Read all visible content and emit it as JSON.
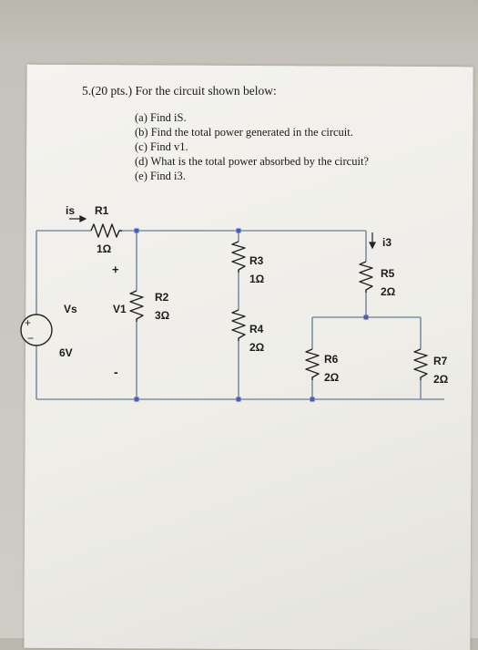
{
  "problem": {
    "title": "5.(20 pts.) For the circuit shown below:",
    "items": [
      "(a) Find iS.",
      "(b) Find the total power generated in the circuit.",
      "(c) Find v1.",
      "(d) What is the total power absorbed by the circuit?",
      "(e) Find i3."
    ]
  },
  "circuit": {
    "is_label": "is",
    "r1": {
      "name": "R1",
      "value": "1Ω"
    },
    "plus": "+",
    "minus": "-",
    "v1_label": "V1",
    "vs_label": "Vs",
    "vs_value": "6V",
    "r2": {
      "name": "R2",
      "value": "3Ω"
    },
    "r3": {
      "name": "R3",
      "value": "1Ω"
    },
    "r4": {
      "name": "R4",
      "value": "2Ω"
    },
    "i3_label": "i3",
    "r5": {
      "name": "R5",
      "value": "2Ω"
    },
    "r6": {
      "name": "R6",
      "value": "2Ω"
    },
    "r7": {
      "name": "R7",
      "value": "2Ω"
    },
    "colors": {
      "wire": "#7f8fa6",
      "node": "#4a5fb0",
      "resistor": "#222222"
    }
  }
}
